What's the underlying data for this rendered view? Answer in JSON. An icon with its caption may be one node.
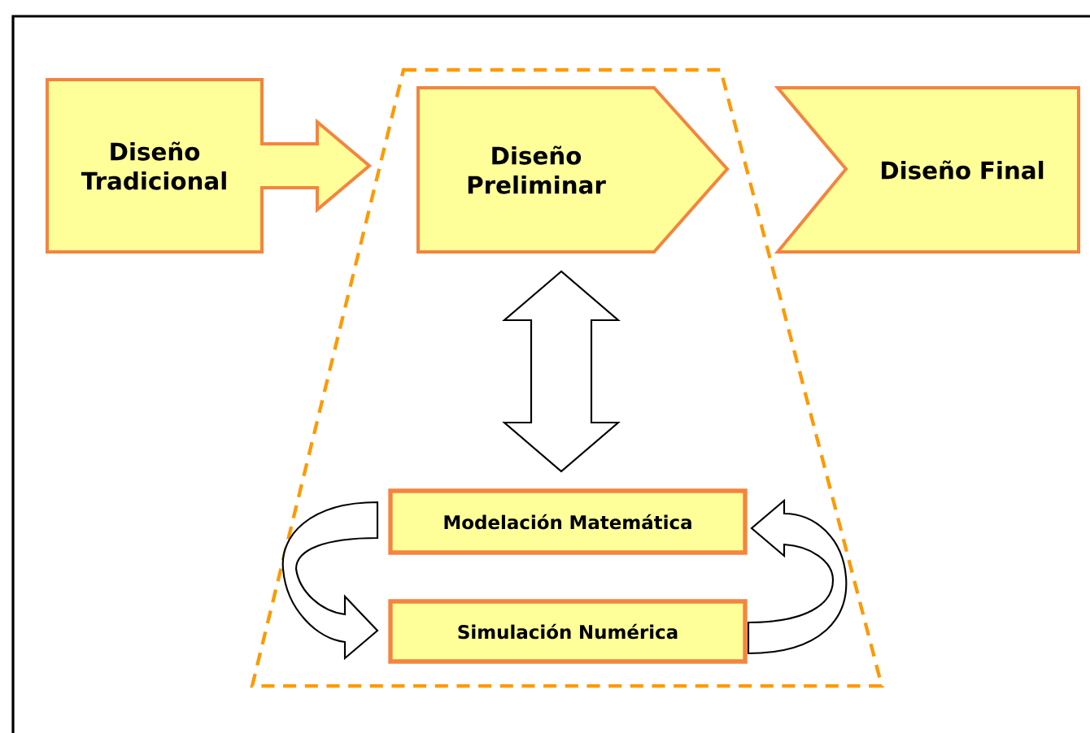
{
  "diagram": {
    "nodes": [
      {
        "text": [
          "Diseño Tradicional"
        ]
      },
      {
        "text": [],
        "shape": "trapezoid"
      },
      {
        "text": [
          "Diseño Preliminar"
        ],
        "in": 1
      },
      {
        "text": [
          "Diseño Final"
        ]
      },
      {
        "text": [
          "Modelación Matemática"
        ],
        "in": 1
      },
      {
        "text": [
          "Simulación Numérica"
        ],
        "in": 1
      }
    ],
    "edges": [
      {
        "from": 0,
        "to": 2,
        "arrow": "to",
        "color": "#f4843f"
      },
      {
        "from": 2,
        "to": 4,
        "arrow": "both"
      },
      {
        "from": 4,
        "to": 5,
        "arrow": "to"
      },
      {
        "from": 5,
        "to": 4,
        "arrow": "to"
      }
    ]
  }
}
